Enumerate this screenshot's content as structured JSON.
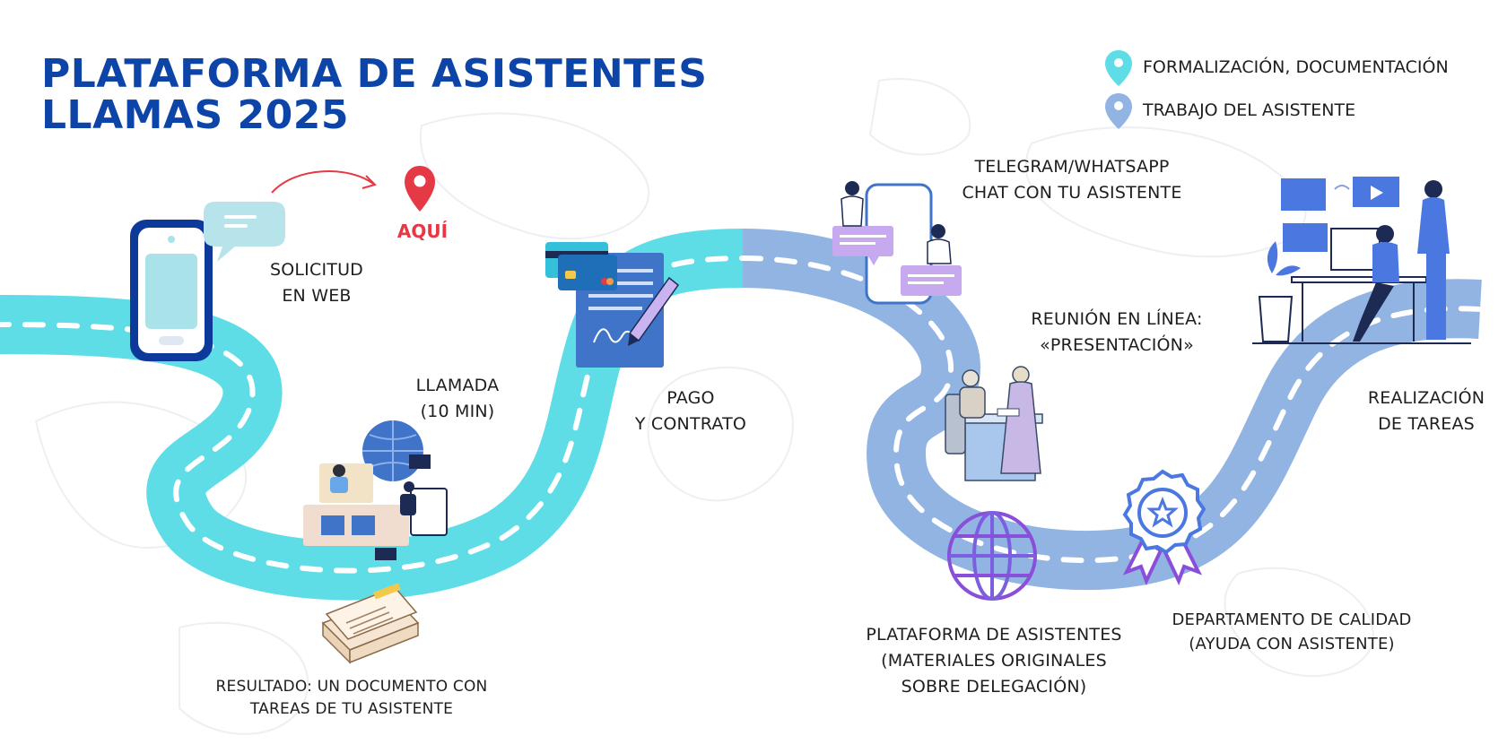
{
  "title": {
    "line1": "PLATAFORMA DE ASISTENTES",
    "line2": "LLAMAS 2025"
  },
  "legend": [
    {
      "label": "FORMALIZACIÓN, DOCUMENTACIÓN",
      "color": "#5fdde6"
    },
    {
      "label": "TRABAJO DEL ASISTENTE",
      "color": "#92b4e3"
    }
  ],
  "marker": {
    "label": "AQUÍ",
    "color": "#e63946"
  },
  "steps": {
    "solicitud": {
      "line1": "SOLICITUD",
      "line2": "EN WEB"
    },
    "llamada": {
      "line1": "LLAMADA",
      "line2": "(10 MIN)"
    },
    "resultado": {
      "line1": "RESULTADO: UN DOCUMENTO CON",
      "line2": "TAREAS DE TU ASISTENTE"
    },
    "pago": {
      "line1": "PAGO",
      "line2": "Y CONTRATO"
    },
    "telegram": {
      "line1": "TELEGRAM/WHATSAPP",
      "line2": "CHAT CON TU ASISTENTE"
    },
    "reunion": {
      "line1": "REUNIÓN EN LÍNEA:",
      "line2": "«PRESENTACIÓN»"
    },
    "plataforma": {
      "line1": "PLATAFORMA DE ASISTENTES",
      "line2": "(MATERIALES ORIGINALES",
      "line3": "SOBRE DELEGACIÓN)"
    },
    "calidad": {
      "line1": "DEPARTAMENTO DE CALIDAD",
      "line2": "(AYUDA CON ASISTENTE)"
    },
    "realizacion": {
      "line1": "REALIZACIÓN",
      "line2": "DE TAREAS"
    }
  },
  "colors": {
    "road_formalizacion": "#5fdde6",
    "road_trabajo": "#92b4e3",
    "title": "#0d44a8",
    "accent_purple": "#8a4fd8"
  },
  "icons": [
    "phone-icon",
    "speech-bubble-icon",
    "location-pin-icon",
    "globe-meeting-icon",
    "documents-stack-icon",
    "contract-signature-icon",
    "chat-phone-icon",
    "meeting-people-icon",
    "globe-icon",
    "quality-badge-icon",
    "workspace-icon"
  ]
}
